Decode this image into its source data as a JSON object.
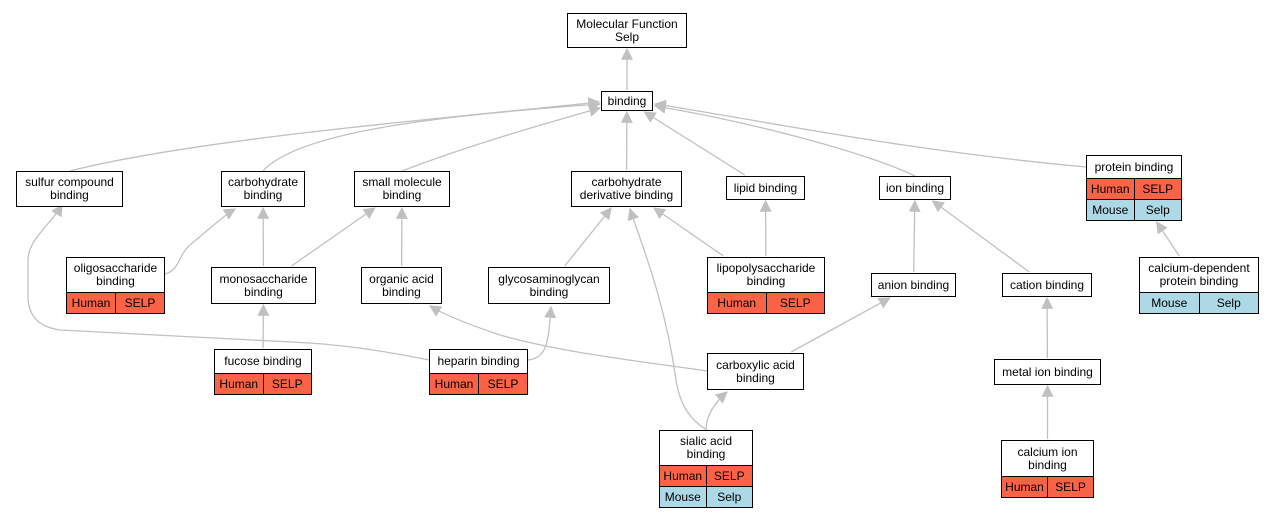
{
  "colors": {
    "human": "#fb6347",
    "mouse": "#add8e6",
    "edge": "#c0c0c0",
    "border": "#000000"
  },
  "nodes": {
    "root": {
      "label": "Molecular Function\nSelp"
    },
    "binding": {
      "label": "binding"
    },
    "sulfur": {
      "label": "sulfur compound\nbinding"
    },
    "carb": {
      "label": "carbohydrate\nbinding"
    },
    "small": {
      "label": "small molecule\nbinding"
    },
    "carbderiv": {
      "label": "carbohydrate\nderivative binding"
    },
    "lipid": {
      "label": "lipid binding"
    },
    "ion": {
      "label": "ion binding"
    },
    "protein": {
      "label": "protein binding",
      "rows": [
        [
          "Human",
          "SELP"
        ],
        [
          "Mouse",
          "Selp"
        ]
      ]
    },
    "oligo": {
      "label": "oligosaccharide\nbinding",
      "rows": [
        [
          "Human",
          "SELP"
        ]
      ]
    },
    "mono": {
      "label": "monosaccharide\nbinding"
    },
    "organic": {
      "label": "organic acid\nbinding"
    },
    "gag": {
      "label": "glycosaminoglycan\nbinding"
    },
    "lps": {
      "label": "lipopolysaccharide\nbinding",
      "rows": [
        [
          "Human",
          "SELP"
        ]
      ]
    },
    "anion": {
      "label": "anion binding"
    },
    "cation": {
      "label": "cation binding"
    },
    "cadep": {
      "label": "calcium-dependent\nprotein binding",
      "rows": [
        [
          "Mouse",
          "Selp"
        ]
      ]
    },
    "fucose": {
      "label": "fucose binding",
      "rows": [
        [
          "Human",
          "SELP"
        ]
      ]
    },
    "heparin": {
      "label": "heparin binding",
      "rows": [
        [
          "Human",
          "SELP"
        ]
      ]
    },
    "carboxylic": {
      "label": "carboxylic acid\nbinding"
    },
    "metal": {
      "label": "metal ion binding"
    },
    "sialic": {
      "label": "sialic acid\nbinding",
      "rows": [
        [
          "Human",
          "SELP"
        ],
        [
          "Mouse",
          "Selp"
        ]
      ]
    },
    "calcium": {
      "label": "calcium ion\nbinding",
      "rows": [
        [
          "Human",
          "SELP"
        ]
      ]
    }
  },
  "edges": [
    [
      "binding",
      "root"
    ],
    [
      "sulfur",
      "binding"
    ],
    [
      "carb",
      "binding"
    ],
    [
      "small",
      "binding"
    ],
    [
      "carbderiv",
      "binding"
    ],
    [
      "lipid",
      "binding"
    ],
    [
      "ion",
      "binding"
    ],
    [
      "protein",
      "binding"
    ],
    [
      "oligo",
      "carb"
    ],
    [
      "mono",
      "carb"
    ],
    [
      "mono",
      "small"
    ],
    [
      "organic",
      "small"
    ],
    [
      "gag",
      "carbderiv"
    ],
    [
      "lps",
      "carbderiv"
    ],
    [
      "lps",
      "lipid"
    ],
    [
      "anion",
      "ion"
    ],
    [
      "cation",
      "ion"
    ],
    [
      "cadep",
      "protein"
    ],
    [
      "fucose",
      "mono"
    ],
    [
      "heparin",
      "sulfur"
    ],
    [
      "heparin",
      "gag"
    ],
    [
      "carboxylic",
      "organic"
    ],
    [
      "carboxylic",
      "anion"
    ],
    [
      "metal",
      "cation"
    ],
    [
      "sialic",
      "carboxylic"
    ],
    [
      "sialic",
      "carbderiv"
    ],
    [
      "calcium",
      "metal"
    ]
  ]
}
